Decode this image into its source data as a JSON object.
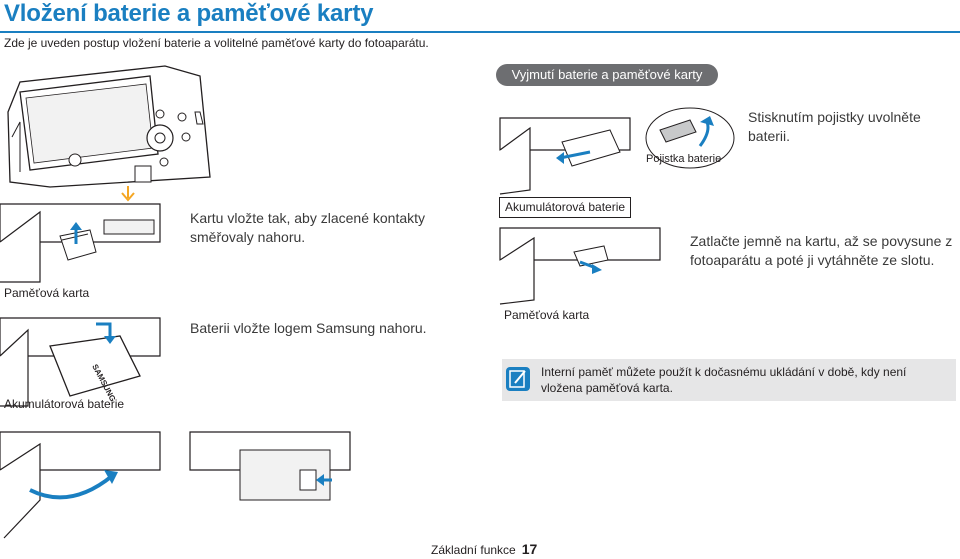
{
  "header": {
    "title": "Vložení baterie a paměťové karty",
    "intro": "Zde je uveden postup vložení baterie a volitelné paměťové karty do fotoaparátu."
  },
  "section": {
    "removal_heading": "Vyjmutí baterie a paměťové karty"
  },
  "insert_steps": {
    "card_caption": "Kartu vložte tak, aby zlacené kontakty směřovaly nahoru.",
    "card_label": "Paměťová karta",
    "battery_caption": "Baterii vložte logem Samsung nahoru.",
    "battery_label": "Akumulátorová baterie"
  },
  "remove_steps": {
    "lock_caption": "Stisknutím pojistky uvolněte baterii.",
    "lock_callout": "Pojistka baterie",
    "battery_label": "Akumulátorová baterie",
    "card_caption": "Zatlačte jemně na kartu, až se povysune z fotoaparátu a poté ji vytáhněte ze slotu.",
    "card_label": "Paměťová karta"
  },
  "note": {
    "icon": "pencil-note-icon",
    "text": "Interní paměť můžete použít k dočasnému ukládání v době, kdy není vložena paměťová karta."
  },
  "battery_print": "SAMSUNG",
  "footer": {
    "section": "Základní funkce",
    "page": "17"
  },
  "colors": {
    "accent": "#1a7fc1",
    "arrow_orange": "#f5a623",
    "pill": "#6d6e71",
    "note_bg": "#e6e6e7"
  }
}
